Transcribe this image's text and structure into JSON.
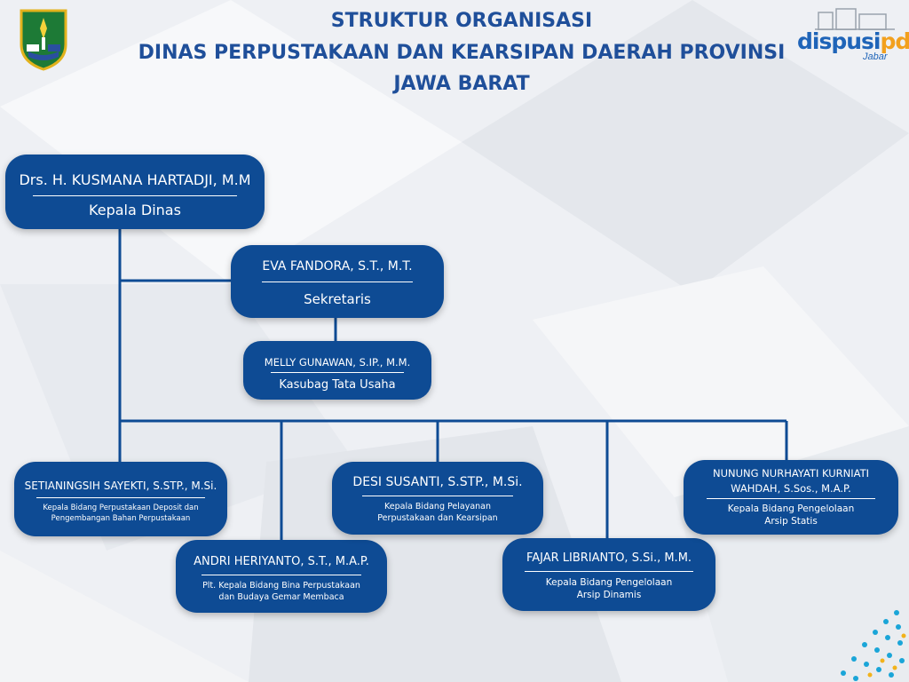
{
  "header": {
    "title_line1": "STRUKTUR ORGANISASI",
    "title_line2": "DINAS PERPUSTAKAAN DAN KEARSIPAN DAERAH PROVINSI",
    "title_line3": "JAWA BARAT"
  },
  "logos": {
    "right_wordmark_a": "dispusi",
    "right_wordmark_b": "pda",
    "right_sub": "Jabar"
  },
  "colors": {
    "node": "#0e4b94",
    "title": "#1f4f9a",
    "line": "#0e4b94"
  },
  "nodes": {
    "kepala": {
      "name": "Drs. H. KUSMANA HARTADJI, M.M",
      "role": "Kepala Dinas"
    },
    "sekretaris": {
      "name": "EVA FANDORA, S.T., M.T.",
      "role": "Sekretaris"
    },
    "kasubag": {
      "name": "MELLY GUNAWAN, S.IP., M.M.",
      "role": "Kasubag Tata Usaha"
    },
    "setianingsih": {
      "name": "SETIANINGSIH SAYEKTI, S.STP., M.Si.",
      "role_line1": "Kepala Bidang Perpustakaan Deposit dan",
      "role_line2": "Pengembangan Bahan Perpustakaan"
    },
    "andri": {
      "name": "ANDRI HERIYANTO, S.T., M.A.P.",
      "role_line1": "Plt. Kepala Bidang Bina Perpustakaan",
      "role_line2": "dan Budaya Gemar Membaca"
    },
    "desi": {
      "name": "DESI SUSANTI, S.STP., M.Si.",
      "role_line1": "Kepala Bidang Pelayanan",
      "role_line2": "Perpustakaan dan Kearsipan"
    },
    "fajar": {
      "name": "FAJAR LIBRIANTO, S.Si., M.M.",
      "role_line1": "Kepala Bidang Pengelolaan",
      "role_line2": "Arsip Dinamis"
    },
    "nunung": {
      "name_line1": "NUNUNG NURHAYATI KURNIATI",
      "name_line2": "WAHDAH, S.Sos., M.A.P.",
      "role_line1": "Kepala Bidang Pengelolaan",
      "role_line2": "Arsip Statis"
    }
  }
}
